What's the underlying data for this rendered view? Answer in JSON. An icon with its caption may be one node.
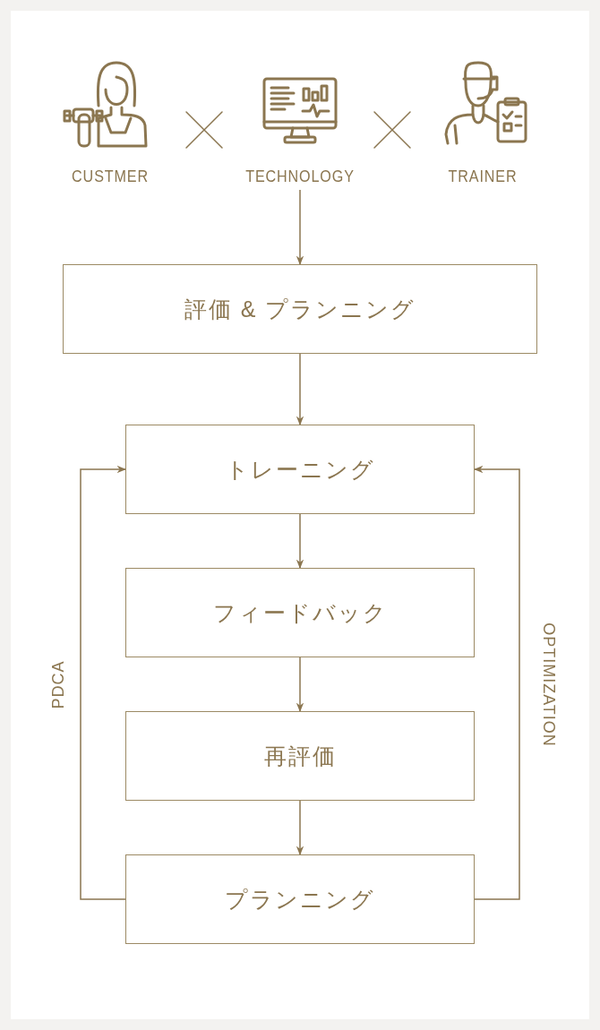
{
  "diagram": {
    "nodes": [
      {
        "text": [
          "CUSTMER"
        ]
      },
      {
        "text": [
          "TECHNOLOGY"
        ]
      },
      {
        "text": [
          "TRAINER"
        ]
      },
      {
        "text": [
          "評価 & プランニング"
        ]
      },
      {
        "text": [
          "トレーニング"
        ]
      },
      {
        "text": [
          "フィードバック"
        ]
      },
      {
        "text": [
          "再評価"
        ]
      },
      {
        "text": [
          "プランニング"
        ]
      }
    ],
    "edges": [
      {
        "from": 1,
        "to": 3,
        "arrow": "to"
      },
      {
        "from": 3,
        "to": 4,
        "arrow": "to"
      },
      {
        "from": 4,
        "to": 5,
        "arrow": "to"
      },
      {
        "from": 5,
        "to": 6,
        "arrow": "to"
      },
      {
        "from": 6,
        "to": 7,
        "arrow": "to"
      },
      {
        "from": 7,
        "to": 4,
        "arrow": "to",
        "label": "PDCA"
      },
      {
        "from": 7,
        "to": 4,
        "arrow": "to",
        "label": "OPTIMIZATION"
      }
    ]
  }
}
